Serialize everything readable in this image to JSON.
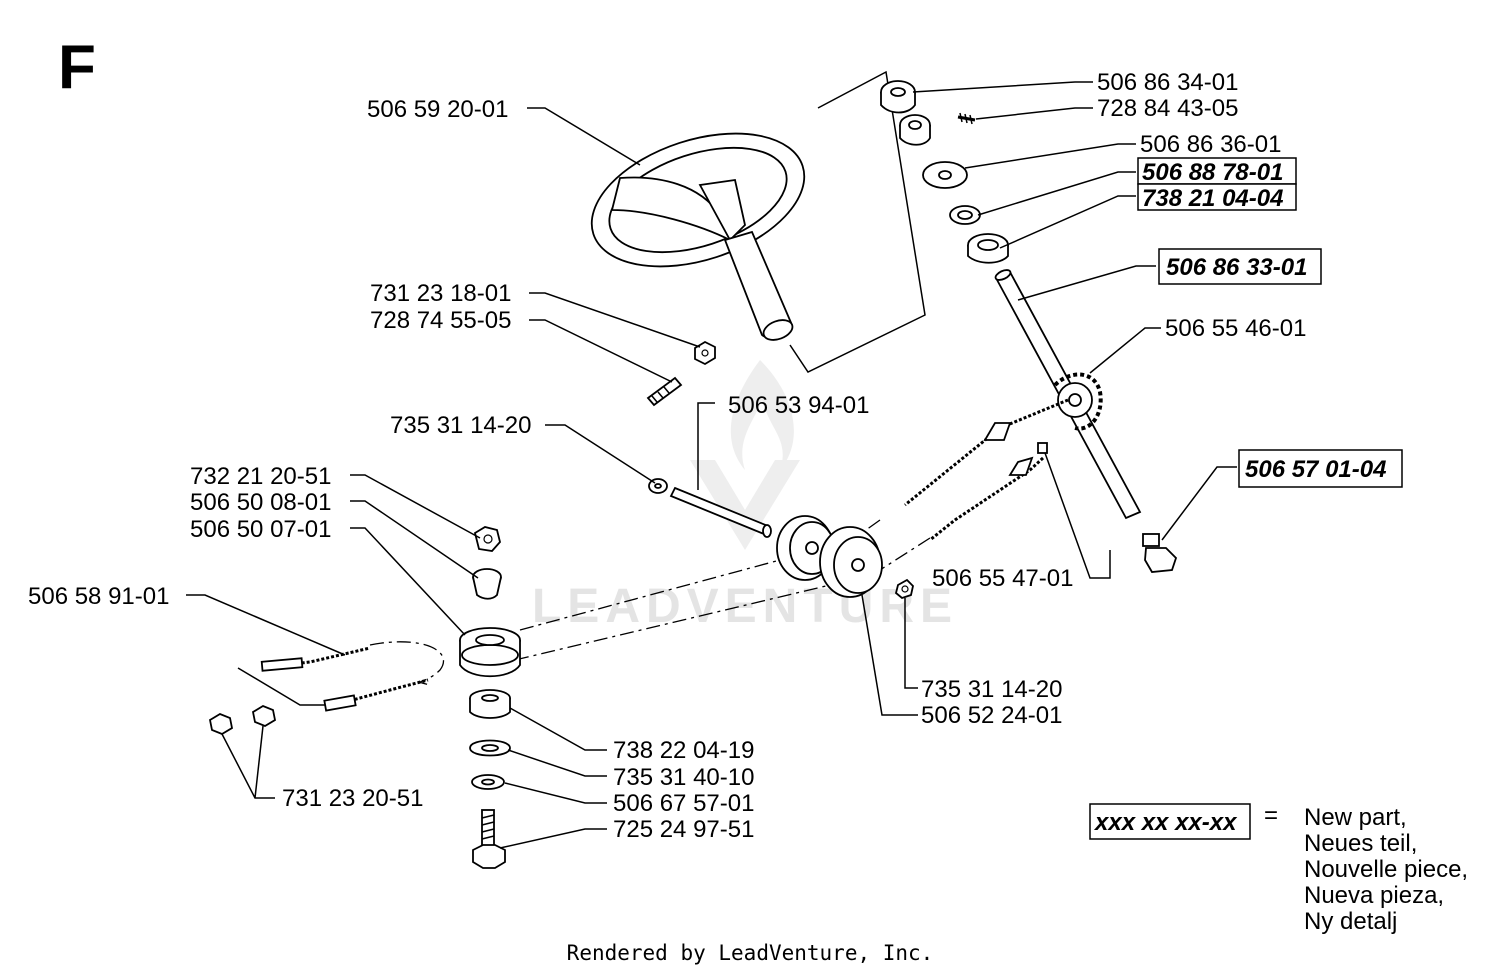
{
  "sheet_letter": "F",
  "labels": {
    "p506593001": "506 59 20-01",
    "p731231801": "731 23 18-01",
    "p728745505": "728 74 55-05",
    "p735311420a": "735 31 14-20",
    "p506539401": "506 53 94-01",
    "p732212051": "732 21 20-51",
    "p506500801": "506 50 08-01",
    "p506500701": "506 50 07-01",
    "p506589101": "506 58 91-01",
    "p506863401": "506 86 34-01",
    "p728844305": "728 84 43-05",
    "p506863601": "506 86 36-01",
    "p506888701": "506 88 78-01",
    "p738210404": "738 21 04-04",
    "p506863301": "506 86 33-01",
    "p506554601": "506 55 46-01",
    "p506570104": "506 57 01-04",
    "p506554701": "506 55 47-01",
    "p735311420b": "735 31 14-20",
    "p506522401": "506 52 24-01",
    "p738220419": "738 22 04-19",
    "p735314010": "735 31 40-10",
    "p506675701": "506 67 57-01",
    "p725249751": "725 24 97-51",
    "p731232051": "731 23 20-51"
  },
  "legend": {
    "code": "xxx xx xx-xx",
    "equals": "=",
    "lines": [
      "New part,",
      "Neues teil,",
      "Nouvelle piece,",
      "Nueva pieza,",
      "Ny detalj"
    ]
  },
  "watermark": "LEADVENTURE",
  "credit": "Rendered by LeadVenture, Inc."
}
